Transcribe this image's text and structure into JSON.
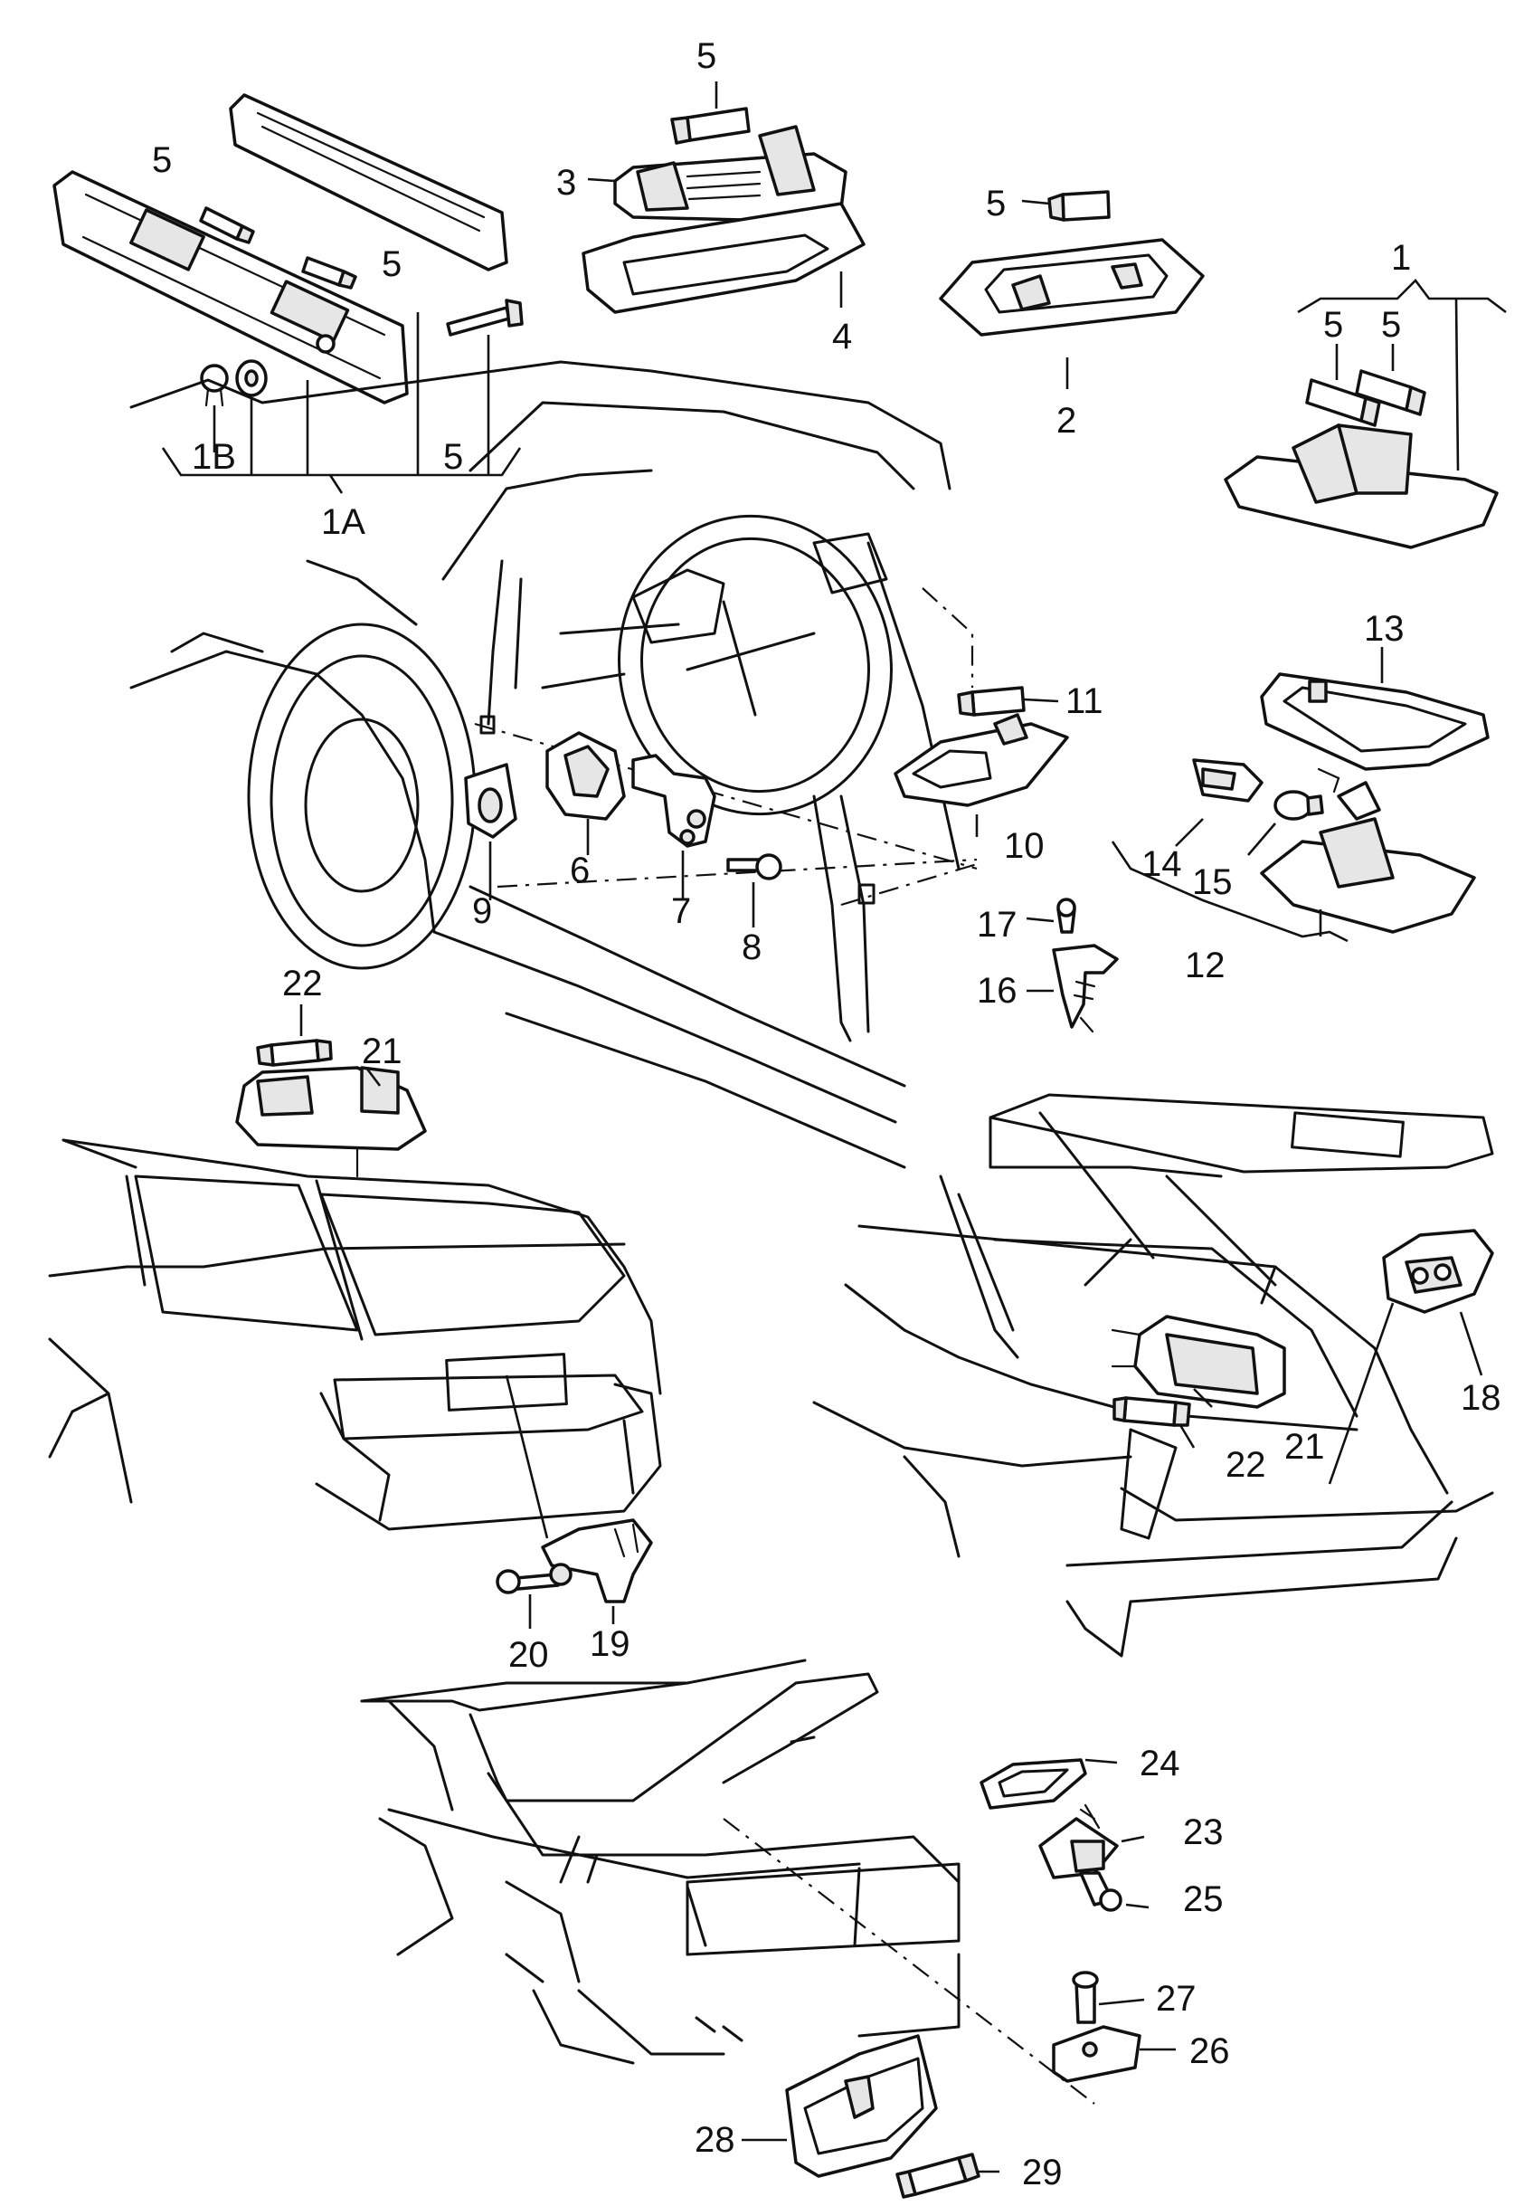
{
  "callouts": {
    "c1": "1",
    "c1a": "1A",
    "c1b": "1B",
    "c2": "2",
    "c3": "3",
    "c4": "4",
    "c5": "5",
    "c6": "6",
    "c7": "7",
    "c8": "8",
    "c9": "9",
    "c10": "10",
    "c11": "11",
    "c12": "12",
    "c13": "13",
    "c14": "14",
    "c15": "15",
    "c16": "16",
    "c17": "17",
    "c18": "18",
    "c19": "19",
    "c20": "20",
    "c21": "21",
    "c22": "22",
    "c23": "23",
    "c24": "24",
    "c25": "25",
    "c26": "26",
    "c27": "27",
    "c28": "28",
    "c29": "29"
  }
}
